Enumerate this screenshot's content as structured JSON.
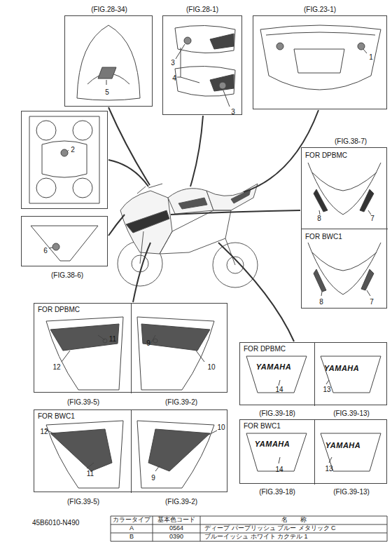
{
  "diagram": {
    "nodes": [
      {
        "text": [
          "(FIG.28-34)",
          "5"
        ]
      },
      {
        "text": [
          "(FIG.28-1)",
          "3",
          "4",
          "3"
        ]
      },
      {
        "text": [
          "(FIG.23-1)",
          "1"
        ]
      },
      {
        "text": [
          "2"
        ]
      },
      {
        "text": [
          "(FIG.38-7)"
        ]
      },
      {
        "text": [
          "FOR DPBMC",
          "8",
          "7"
        ],
        "in": 4
      },
      {
        "text": [
          "FOR BWC1",
          "8",
          "7"
        ],
        "in": 4
      },
      {
        "text": [
          "6",
          "(FIG.38-6)"
        ]
      },
      {
        "text": [
          "FOR DPBMC"
        ]
      },
      {
        "text": [
          "12",
          "11",
          "(FIG.39-5)"
        ],
        "in": 8
      },
      {
        "text": [
          "9",
          "10",
          "(FIG.39-2)"
        ],
        "in": 8
      },
      {
        "text": [
          "FOR DPBMC"
        ]
      },
      {
        "text": [
          "YAMAHA",
          "14",
          "(FIG.39-18)"
        ],
        "in": 11
      },
      {
        "text": [
          "YAMAHA",
          "13",
          "(FIG.39-13)"
        ],
        "in": 11
      },
      {
        "text": [
          "FOR BWC1"
        ]
      },
      {
        "text": [
          "YAMAHA",
          "14",
          "(FIG.39-18)"
        ],
        "in": 14
      },
      {
        "text": [
          "YAMAHA",
          "13",
          "(FIG.39-13)"
        ],
        "in": 14
      },
      {
        "text": [
          "FOR BWC1"
        ]
      },
      {
        "text": [
          "12",
          "11",
          "(FIG.39-5)"
        ],
        "in": 17
      },
      {
        "text": [
          "9",
          "10",
          "(FIG.39-2)"
        ],
        "in": 17
      }
    ],
    "labels": [
      "45B6010-N490",
      "カラータイプ",
      "基本色コード",
      "名　　称",
      "A",
      "0564",
      "ディープ パープリッシュ ブルー メタリック C",
      "B",
      "0390",
      "ブルーイッシュ ホワイト カクテル 1"
    ]
  }
}
